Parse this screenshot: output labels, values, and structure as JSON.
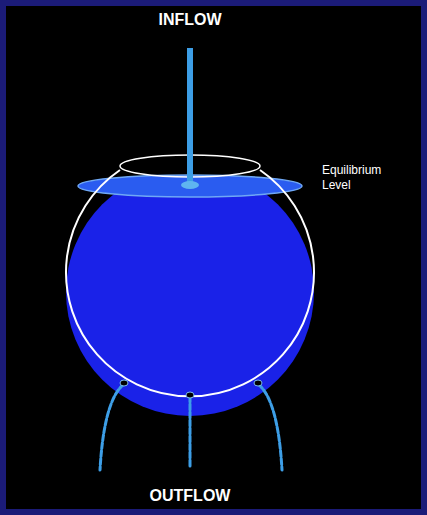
{
  "diagram": {
    "labels": [
      "INFLOW",
      "Equilibrium Level",
      "OUTFLOW"
    ]
  }
}
